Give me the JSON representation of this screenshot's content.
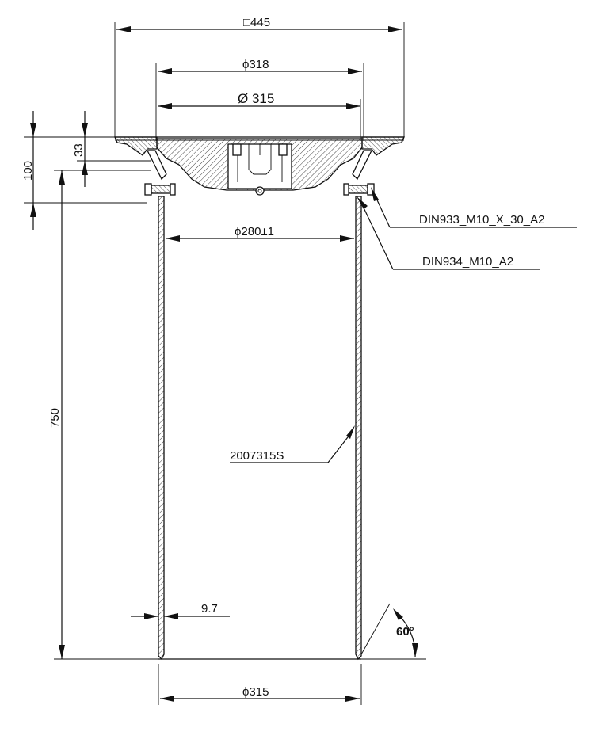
{
  "drawing": {
    "title": "Cross-section drawing of drain body with frame and pipe",
    "colors": {
      "line": "#111111",
      "background": "#ffffff",
      "hatch": "#111111"
    }
  },
  "dimensions": {
    "top_square": "□445",
    "diameter_318": "ϕ318",
    "diameter_315_top": "Ø 315",
    "height_33": "33",
    "height_100": "100",
    "inner_diameter": "ϕ280±1",
    "length_750": "750",
    "wall_thickness": "9.7",
    "bottom_diameter": "ϕ315",
    "angle": "60°"
  },
  "callouts": {
    "bolt": "DIN933_M10_X_30_A2",
    "nut": "DIN934_M10_A2",
    "pipe_part": "2007315S"
  }
}
